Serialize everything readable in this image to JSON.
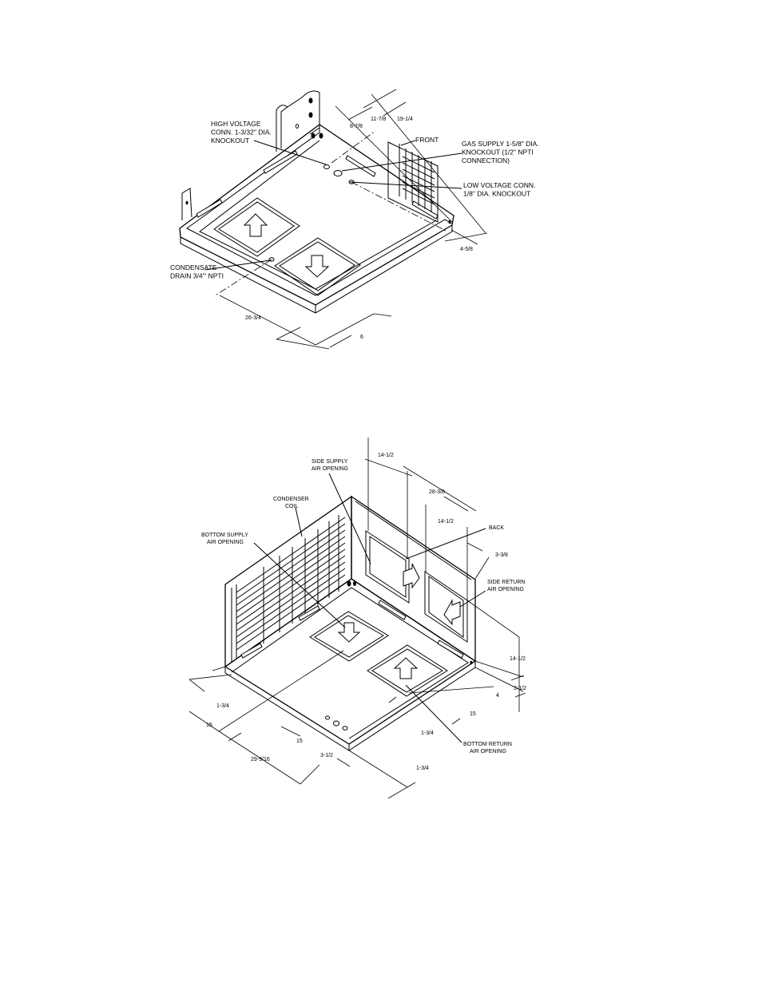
{
  "top_view": {
    "labels": {
      "high_voltage": [
        "HIGH VOLTAGE",
        "CONN. 1-3/32\" DIA.",
        "KNOCKOUT"
      ],
      "front": "FRONT",
      "gas_supply": [
        "GAS SUPPLY 1-5/8\" DIA.",
        "KNOCKOUT (1/2\" NPTI",
        "CONNECTION)"
      ],
      "low_voltage": [
        "LOW VOLTAGE CONN.",
        "1/8\" DIA. KNOCKOUT"
      ],
      "condensate": [
        "CONDENSATE",
        "DRAIN 3/4\"' NPTI"
      ]
    },
    "dims": {
      "d_11_7_8": "11-7/8",
      "d_19_1_4": "19-1/4",
      "d_8_7_8": "8-7/8",
      "d_4_5_8": "4-5/8",
      "d_26_3_4": "26-3/4",
      "d_6": "6"
    }
  },
  "bottom_view": {
    "labels": {
      "side_supply": [
        "SIDE SUPPLY",
        "AIR OPENING"
      ],
      "condenser": [
        "CONDENSER",
        "COIL"
      ],
      "bottom_supply": [
        "BOTTOM SUPPLY",
        "AIR OPENING"
      ],
      "back": "BACK",
      "side_return": [
        "SIDE RETURN",
        "AIR OPENING"
      ],
      "bottom_return": [
        "BOTTOM RETURN",
        "AIR OPENING"
      ]
    },
    "dims": {
      "d_14_1_2_a": "14-1/2",
      "d_28_3_8": "28-3/8",
      "d_14_1_2_b": "14-1/2",
      "d_3_3_8": "3-3/8",
      "d_14_1_2_c": "14-1/2",
      "d_3_1_2_a": "3-1/2",
      "d_4": "4",
      "d_15_a": "15",
      "d_1_3_4_a": "1-3/4",
      "d_15_b": "15",
      "d_15_c": "15",
      "d_29_9_16": "29-9/16",
      "d_3_1_2_b": "3-1/2",
      "d_1_3_4_b": "1-3/4",
      "d_1_3_4_c": "1-3/4"
    }
  }
}
